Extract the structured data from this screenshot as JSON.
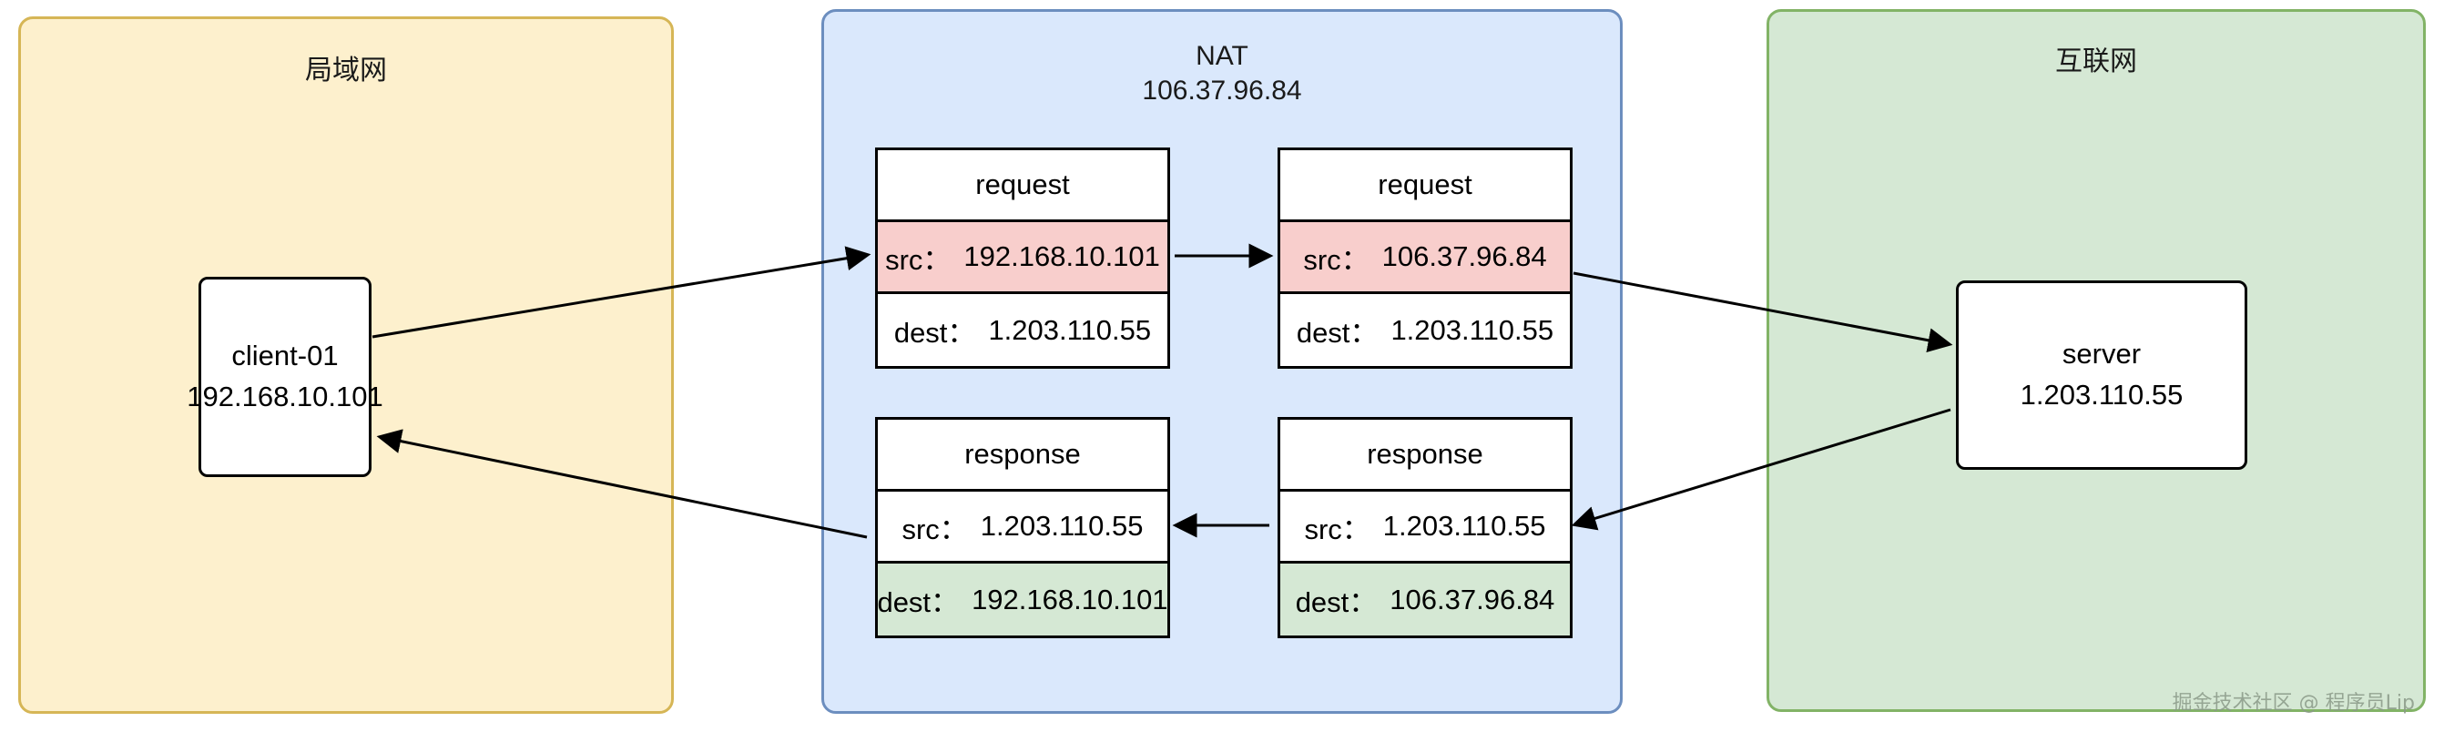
{
  "zones": [
    {
      "id": "lan",
      "title": "局域网",
      "fill": "#fdf0cd",
      "stroke": "#d6b656"
    },
    {
      "id": "nat",
      "title": "NAT\n106.37.96.84",
      "fill": "#dae8fc",
      "stroke": "#6c8ebf"
    },
    {
      "id": "internet",
      "title": "互联网",
      "fill": "#d5e8d4",
      "stroke": "#82b366"
    }
  ],
  "nodes": {
    "client": {
      "name": "client-01",
      "ip": "192.168.10.101"
    },
    "server": {
      "name": "server",
      "ip": "1.203.110.55"
    }
  },
  "packets": {
    "request_in": {
      "title": "request",
      "src_key": "src：",
      "src_value": "192.168.10.101",
      "src_highlight": "#f8cecc",
      "dest_key": "dest：",
      "dest_value": "1.203.110.55",
      "dest_highlight": "none"
    },
    "request_out": {
      "title": "request",
      "src_key": "src：",
      "src_value": "106.37.96.84",
      "src_highlight": "#f8cecc",
      "dest_key": "dest：",
      "dest_value": "1.203.110.55",
      "dest_highlight": "none"
    },
    "response_out": {
      "title": "response",
      "src_key": "src：",
      "src_value": "1.203.110.55",
      "src_highlight": "none",
      "dest_key": "dest：",
      "dest_value": "192.168.10.101",
      "dest_highlight": "#d5e8d4"
    },
    "response_in": {
      "title": "response",
      "src_key": "src：",
      "src_value": "1.203.110.55",
      "src_highlight": "none",
      "dest_key": "dest：",
      "dest_value": "106.37.96.84",
      "dest_highlight": "#d5e8d4"
    }
  },
  "watermark": "掘金技术社区 @ 程序员Lip",
  "colors": {
    "lan_fill": "#fdf0cd",
    "lan_stroke": "#d6b656",
    "nat_fill": "#dae8fc",
    "nat_stroke": "#6c8ebf",
    "internet_fill": "#d5e8d4",
    "internet_stroke": "#82b366",
    "src_highlight": "#f8cecc",
    "dest_highlight": "#d5e8d4",
    "edge": "#000000"
  }
}
